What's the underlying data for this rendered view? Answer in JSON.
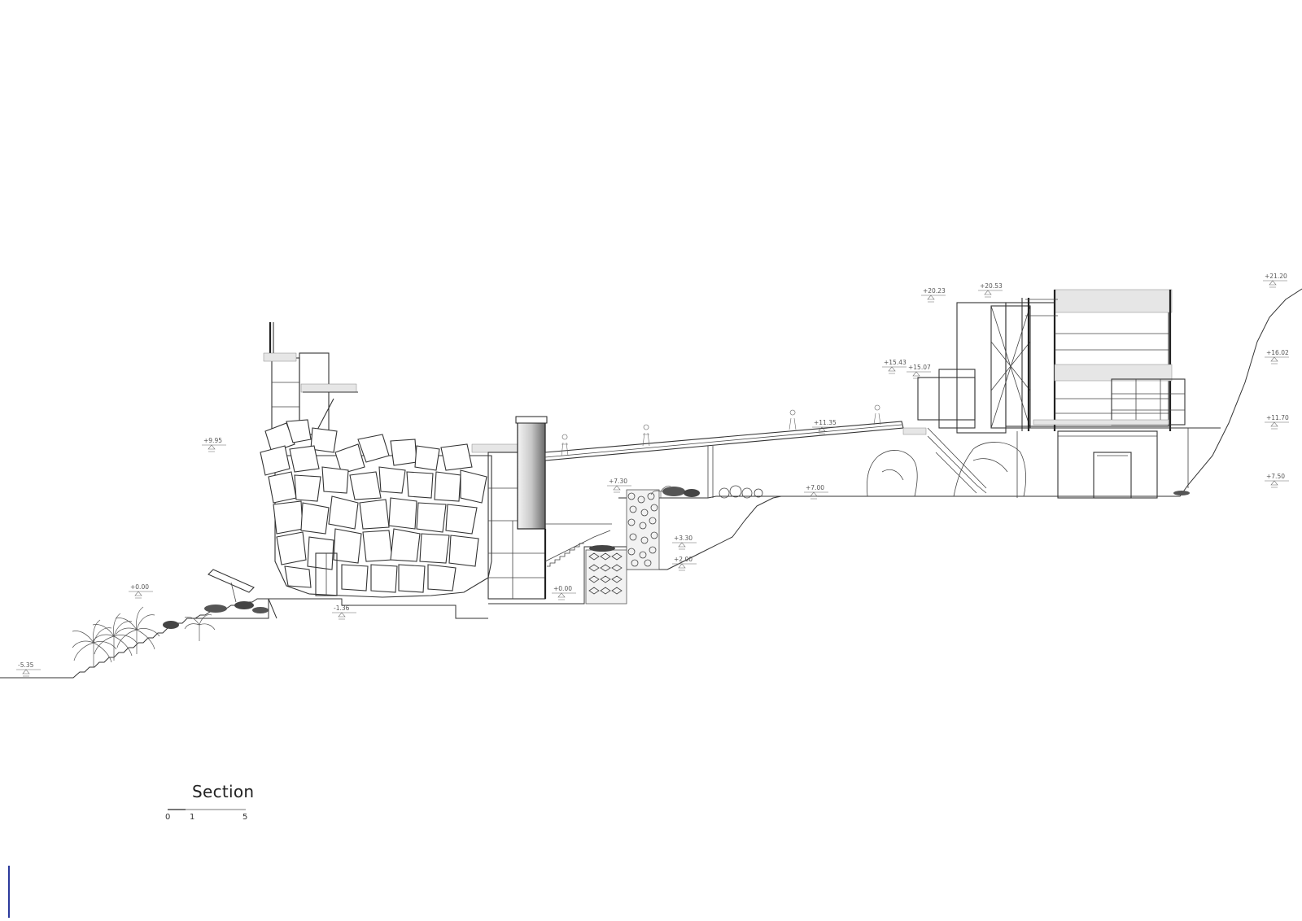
{
  "title": "Section",
  "scale_bar": {
    "labels": [
      "0",
      "1",
      "5"
    ]
  },
  "levels": [
    {
      "label": "-5.35"
    },
    {
      "label": "+0.00"
    },
    {
      "label": "-1.36"
    },
    {
      "label": "+9.95"
    },
    {
      "label": "+0.00"
    },
    {
      "label": "+7.30"
    },
    {
      "label": "+3.30"
    },
    {
      "label": "+2.00"
    },
    {
      "label": "+7.00"
    },
    {
      "label": "+11.35"
    },
    {
      "label": "+15.43"
    },
    {
      "label": "+15.07"
    },
    {
      "label": "+20.23"
    },
    {
      "label": "+20.53"
    },
    {
      "label": "+21.20"
    },
    {
      "label": "+16.02"
    },
    {
      "label": "+11.70"
    },
    {
      "label": "+7.50"
    }
  ],
  "colors": {
    "line": "#333333",
    "edge_mark": "#2b3a9c"
  }
}
